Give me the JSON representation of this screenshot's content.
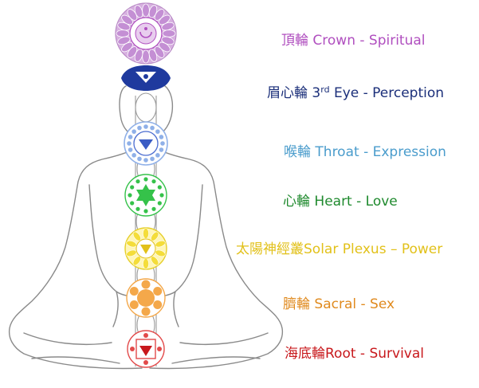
{
  "chakras": [
    {
      "id": "crown",
      "chinese": "頂輪",
      "english": "Crown - Spiritual",
      "color": "#b04fbf",
      "symbol_color": "#c79ad6"
    },
    {
      "id": "third-eye",
      "chinese": "眉心輪",
      "english_pre": "3",
      "english_sup": "rd",
      "english": "Eye - Perception",
      "color": "#1b2f7a",
      "symbol_color": "#1f3a9e"
    },
    {
      "id": "throat",
      "chinese": "喉輪",
      "english": "Throat - Expression",
      "color": "#4a9ccc",
      "symbol_color": "#8fb0e8"
    },
    {
      "id": "heart",
      "chinese": "心輪",
      "english": "Heart - Love",
      "color": "#1f8a2e",
      "symbol_color": "#35c24a"
    },
    {
      "id": "solar-plexus",
      "chinese": "太陽神經叢",
      "english": "Solar Plexus – Power",
      "color": "#e2c11a",
      "symbol_color": "#f4dd3a"
    },
    {
      "id": "sacral",
      "chinese": "臍輪",
      "english": "Sacral - Sex",
      "color": "#e08a1e",
      "symbol_color": "#f4a84a"
    },
    {
      "id": "root",
      "chinese": "海底輪",
      "english": "Root - Survival",
      "color": "#c8181c",
      "symbol_color": "#e24a4a"
    }
  ]
}
